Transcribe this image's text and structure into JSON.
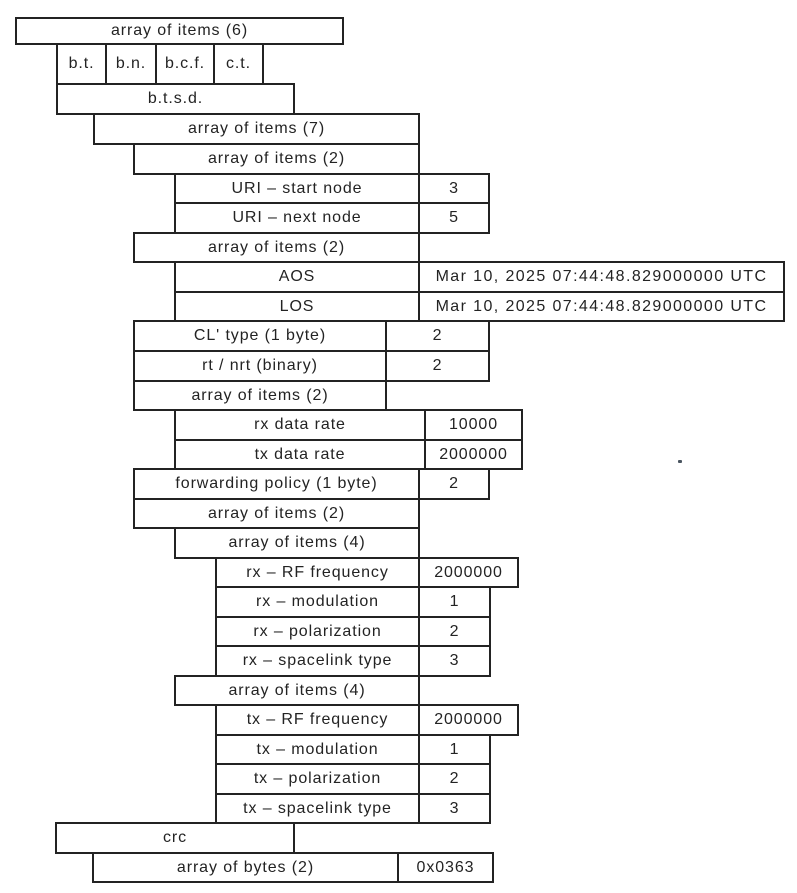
{
  "diagram": {
    "root_label": "array of items (6)",
    "type_cells": [
      "b.t.",
      "b.n.",
      "b.c.f.",
      "c.t."
    ],
    "btsd_label": "b.t.s.d.",
    "rows": [
      {
        "id": "array-of-items-7",
        "label": "array of items (7)"
      },
      {
        "id": "array-of-items-2a",
        "label": "array of items (2)"
      },
      {
        "id": "uri-start-node",
        "label": "URI – start node",
        "value": "3"
      },
      {
        "id": "uri-next-node",
        "label": "URI – next node",
        "value": "5"
      },
      {
        "id": "array-of-items-2b",
        "label": "array of items (2)"
      },
      {
        "id": "aos",
        "label": "AOS",
        "value": "Mar 10, 2025 07:44:48.829000000 UTC"
      },
      {
        "id": "los",
        "label": "LOS",
        "value": "Mar 10, 2025 07:44:48.829000000 UTC"
      },
      {
        "id": "cl-type",
        "label": "CL' type (1 byte)",
        "value": "2"
      },
      {
        "id": "rt-nrt",
        "label": "rt / nrt (binary)",
        "value": "2"
      },
      {
        "id": "array-of-items-2c",
        "label": "array of items (2)"
      },
      {
        "id": "rx-data-rate",
        "label": "rx data rate",
        "value": "10000"
      },
      {
        "id": "tx-data-rate",
        "label": "tx data rate",
        "value": "2000000"
      },
      {
        "id": "forwarding-policy",
        "label": "forwarding policy (1 byte)",
        "value": "2"
      },
      {
        "id": "array-of-items-2d",
        "label": "array of items (2)"
      },
      {
        "id": "array-of-items-4rx",
        "label": "array of items (4)"
      },
      {
        "id": "rx-rf-frequency",
        "label": "rx – RF frequency",
        "value": "2000000"
      },
      {
        "id": "rx-modulation",
        "label": "rx – modulation",
        "value": "1"
      },
      {
        "id": "rx-polarization",
        "label": "rx – polarization",
        "value": "2"
      },
      {
        "id": "rx-spacelink-type",
        "label": "rx – spacelink type",
        "value": "3"
      },
      {
        "id": "array-of-items-4tx",
        "label": "array of items (4)"
      },
      {
        "id": "tx-rf-frequency",
        "label": "tx – RF frequency",
        "value": "2000000"
      },
      {
        "id": "tx-modulation",
        "label": "tx – modulation",
        "value": "1"
      },
      {
        "id": "tx-polarization",
        "label": "tx – polarization",
        "value": "2"
      },
      {
        "id": "tx-spacelink-type",
        "label": "tx – spacelink type",
        "value": "3"
      },
      {
        "id": "crc",
        "label": "crc"
      },
      {
        "id": "array-of-bytes-2",
        "label": "array of bytes (2)",
        "value": "0x0363"
      }
    ]
  }
}
